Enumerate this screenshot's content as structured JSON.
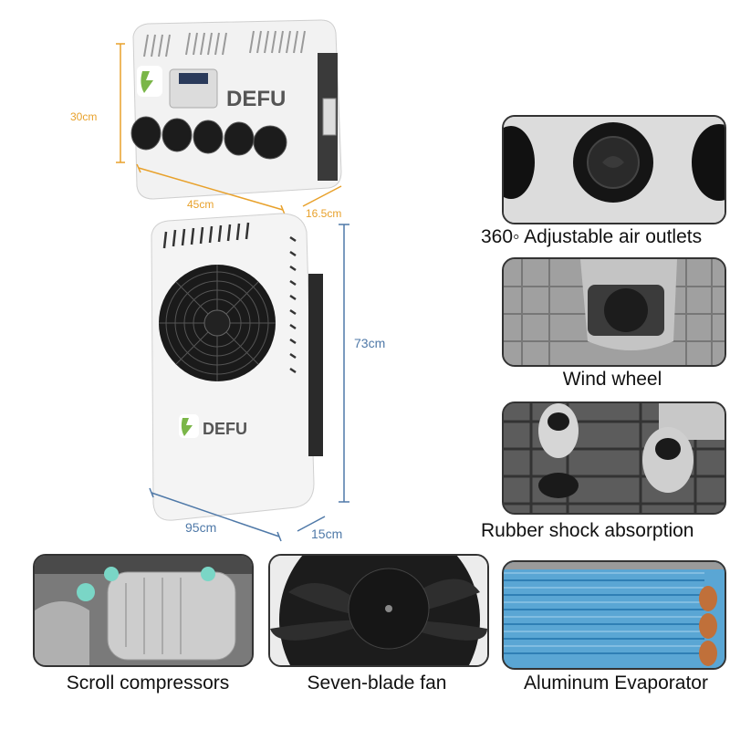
{
  "top_unit": {
    "brand": "DEFU",
    "dimensions": {
      "height": "30cm",
      "width": "45cm",
      "depth": "16.5cm"
    }
  },
  "bottom_unit": {
    "brand": "DEFU",
    "dimensions": {
      "height": "73cm",
      "width": "95cm",
      "depth": "15cm"
    }
  },
  "features": [
    {
      "caption": "360◦ Adjustable air outlets"
    },
    {
      "caption": "Wind wheel"
    },
    {
      "caption": "Rubber shock absorption"
    },
    {
      "caption": "Scroll compressors"
    },
    {
      "caption": "Seven-blade fan"
    },
    {
      "caption": "Aluminum Evaporator"
    }
  ],
  "colors": {
    "dimension_orange": "#e8a12b",
    "dimension_blue": "#4f79a8",
    "logo_green": "#7ab648",
    "evaporator_blue": "#3a8fc4",
    "copper": "#c0703a"
  }
}
